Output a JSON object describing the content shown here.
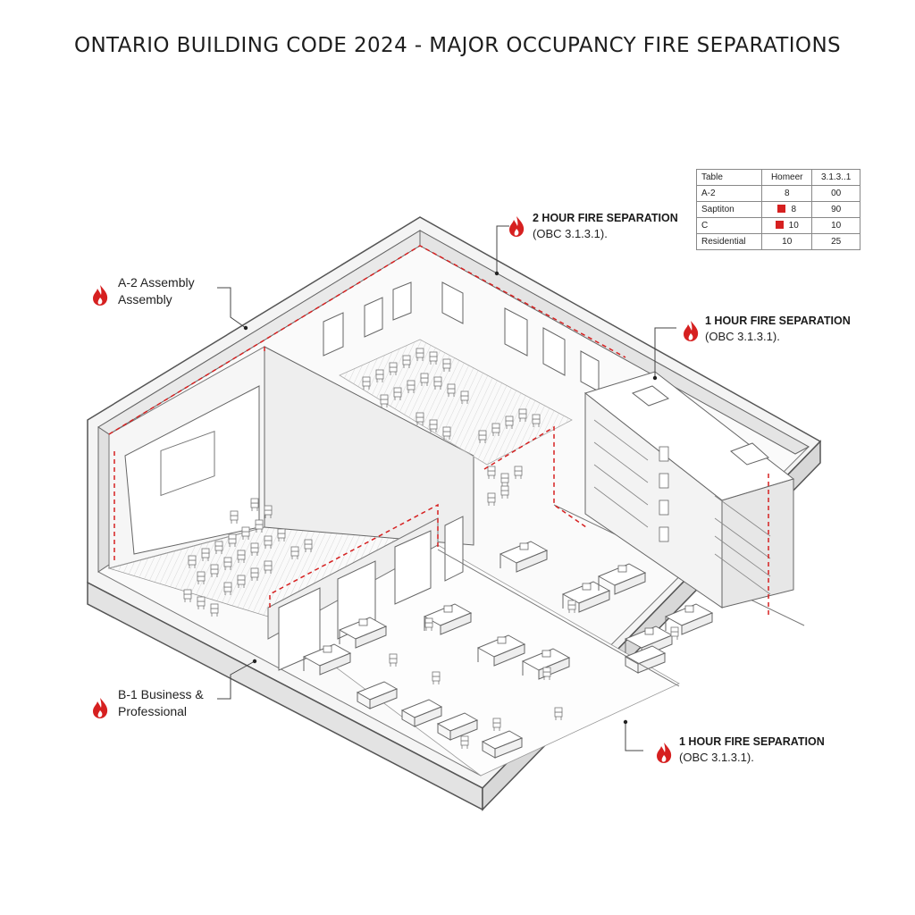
{
  "title": "ONTARIO BUILDING CODE 2024 - MAJOR OCCUPANCY FIRE SEPARATIONS",
  "colors": {
    "fire_red": "#d62020",
    "wall": "#f2f2f2",
    "line": "#555555"
  },
  "callouts": {
    "assembly": {
      "icon": "flame-icon",
      "line1": "A-2 Assembly",
      "line2": "Assembly"
    },
    "business": {
      "icon": "flame-icon",
      "line1": "B-1 Business &",
      "line2": "Professional"
    },
    "sep_top": {
      "icon": "flame-icon",
      "line1": "2 HOUR FIRE SEPARATION",
      "line2": "(OBC 3.1.3.1)."
    },
    "sep_right": {
      "icon": "flame-icon",
      "line1": "1 HOUR FIRE SEPARATION",
      "line2": "(OBC 3.1.3.1)."
    },
    "sep_bottom": {
      "icon": "flame-icon",
      "line1": "1 HOUR FIRE SEPARATION",
      "line2": "(OBC 3.1.3.1)."
    }
  },
  "table": {
    "headers": [
      "Table",
      "Homeer",
      "3.1.3..1"
    ],
    "rows": [
      {
        "label": "A-2",
        "mid": "8",
        "right": "00",
        "swatch": false
      },
      {
        "label": "Saptiton",
        "mid": "8",
        "right": "90",
        "swatch": true
      },
      {
        "label": "C",
        "mid": "10",
        "right": "10",
        "swatch": true
      },
      {
        "label": "Residential",
        "mid": "10",
        "right": "25",
        "swatch": false
      }
    ]
  }
}
